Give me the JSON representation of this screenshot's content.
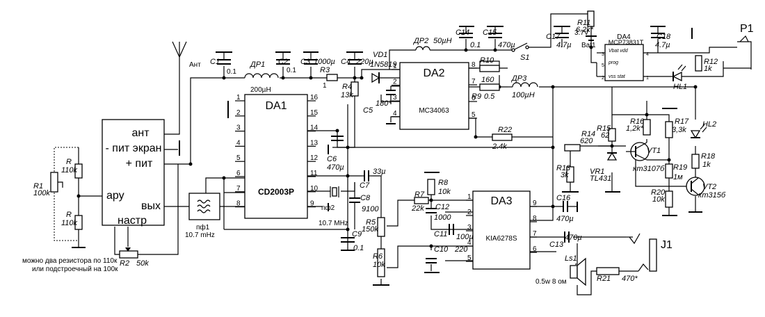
{
  "chips": {
    "da1": {
      "name": "DA1",
      "part": "CD2003P",
      "left_pins": [
        "1",
        "2",
        "3",
        "4",
        "5",
        "6",
        "7",
        "8"
      ],
      "right_pins": [
        "16",
        "15",
        "14",
        "13",
        "12",
        "11",
        "10",
        "9"
      ]
    },
    "da2": {
      "name": "DA2",
      "part": "MC34063",
      "left_pins": [
        "1",
        "2",
        "3",
        "4"
      ],
      "right_pins": [
        "8",
        "7",
        "6",
        "5"
      ]
    },
    "da3": {
      "name": "DA3",
      "part": "KIA6278S",
      "left_pins": [
        "1",
        "2",
        "3",
        "4",
        "5"
      ],
      "right_pins": [
        "9",
        "8",
        "7",
        "6"
      ]
    },
    "da4": {
      "name": "DA4",
      "part": "MCP73831T",
      "vbat_vdd": "Vbat vdd",
      "prog": "prog",
      "vss_stat": "vss    stat",
      "pins": [
        "3",
        "4",
        "5",
        "2",
        "1"
      ]
    }
  },
  "module": {
    "ant": "ант",
    "pit_ekran": "- пит экран",
    "plus_pit": "+ пит",
    "aru": "ару",
    "vyh": "вых",
    "nastr": "настр"
  },
  "antenna": "Ант",
  "filters": {
    "pf1_name": "пф1",
    "pf1_freq": "10.7 mHz",
    "pf2_name": "пф2",
    "pf2_freq": "10.7 MHz"
  },
  "components": {
    "c1": {
      "ref": "C1",
      "val": "0.1"
    },
    "dr1": {
      "ref": "ДР1",
      "val": "200µH"
    },
    "c2": {
      "ref": "C2",
      "val": "0.1"
    },
    "c3": {
      "ref": "C3",
      "val": "1000µ"
    },
    "r3": {
      "ref": "R3",
      "val": "1"
    },
    "c4": {
      "ref": "C4",
      "val": "220µ"
    },
    "vd1": {
      "ref": "VD1",
      "val": "1N5819"
    },
    "r4": {
      "ref": "R4",
      "val": "13k"
    },
    "c5": {
      "ref": "C5",
      "val": "180*"
    },
    "dr2": {
      "ref": "ДР2",
      "val": "50µH"
    },
    "c14": {
      "ref": "C14",
      "val": "0.1"
    },
    "c15": {
      "ref": "C15",
      "val": "470µ"
    },
    "r10": {
      "ref": "R10",
      "val": "160"
    },
    "r9": {
      "ref": "R9",
      "val": "0.5"
    },
    "dr3": {
      "ref": "ДР3",
      "val": "100µH"
    },
    "r22": {
      "ref": "R22",
      "val": "2.4k"
    },
    "s1": {
      "ref": "S1"
    },
    "c17": {
      "ref": "C17",
      "val": "4.7µ"
    },
    "bat1": {
      "ref": "Bat1",
      "val": "3.7V"
    },
    "r11": {
      "ref": "R11",
      "val": "6.2k*"
    },
    "c18": {
      "ref": "C18",
      "val": "4.7µ"
    },
    "p1": {
      "ref": "P1"
    },
    "r12": {
      "ref": "R12",
      "val": "1k"
    },
    "hl1": {
      "ref": "HL1"
    },
    "c6": {
      "ref": "C6",
      "val": "470µ"
    },
    "c7": {
      "ref": "C7",
      "val": "33µ"
    },
    "c8": {
      "ref": "C8",
      "val": "9100"
    },
    "r5": {
      "ref": "R5",
      "val": "150k"
    },
    "c9": {
      "ref": "C9",
      "val": "0.1"
    },
    "r6": {
      "ref": "R6",
      "val": "10k"
    },
    "r7": {
      "ref": "R7",
      "val": "22k"
    },
    "r8": {
      "ref": "R8",
      "val": "10k"
    },
    "c12": {
      "ref": "C12",
      "val": "1000"
    },
    "c11": {
      "ref": "C11",
      "val": "100µ"
    },
    "c10": {
      "ref": "C10",
      "val": "220"
    },
    "c16": {
      "ref": "C16",
      "val": "470µ"
    },
    "c13": {
      "ref": "C13",
      "val": "470µ"
    },
    "j1": {
      "ref": "J1"
    },
    "ls1": {
      "ref": "Ls1",
      "val": "0.5w 8 ом"
    },
    "r21": {
      "ref": "R21",
      "val": "470*"
    },
    "r14": {
      "ref": "R14",
      "val": "620"
    },
    "r15": {
      "ref": "R15",
      "val": "62"
    },
    "r13": {
      "ref": "R13",
      "val": "3k"
    },
    "vr1": {
      "ref": "VR1",
      "val": "TL431"
    },
    "vt1": {
      "ref": "VT1",
      "val": "кт3107б"
    },
    "r16": {
      "ref": "R16",
      "val": "1,2k*"
    },
    "r17": {
      "ref": "R17",
      "val": "3,3k"
    },
    "r19": {
      "ref": "R19",
      "val": "1м"
    },
    "r20": {
      "ref": "R20",
      "val": "10k"
    },
    "vt2": {
      "ref": "VT2",
      "val": "кт315б"
    },
    "hl2": {
      "ref": "HL2"
    },
    "r18": {
      "ref": "R18",
      "val": "1k"
    },
    "r1": {
      "ref": "R1",
      "val": "100k"
    },
    "r_up": {
      "ref": "R",
      "val": "110k"
    },
    "r_dn": {
      "ref": "R",
      "val": "110k"
    },
    "r2": {
      "ref": "R2",
      "val": "50k"
    }
  },
  "note": {
    "line1": "можно два резистора по 110к",
    "line2": "или подстроечный на 100к"
  }
}
